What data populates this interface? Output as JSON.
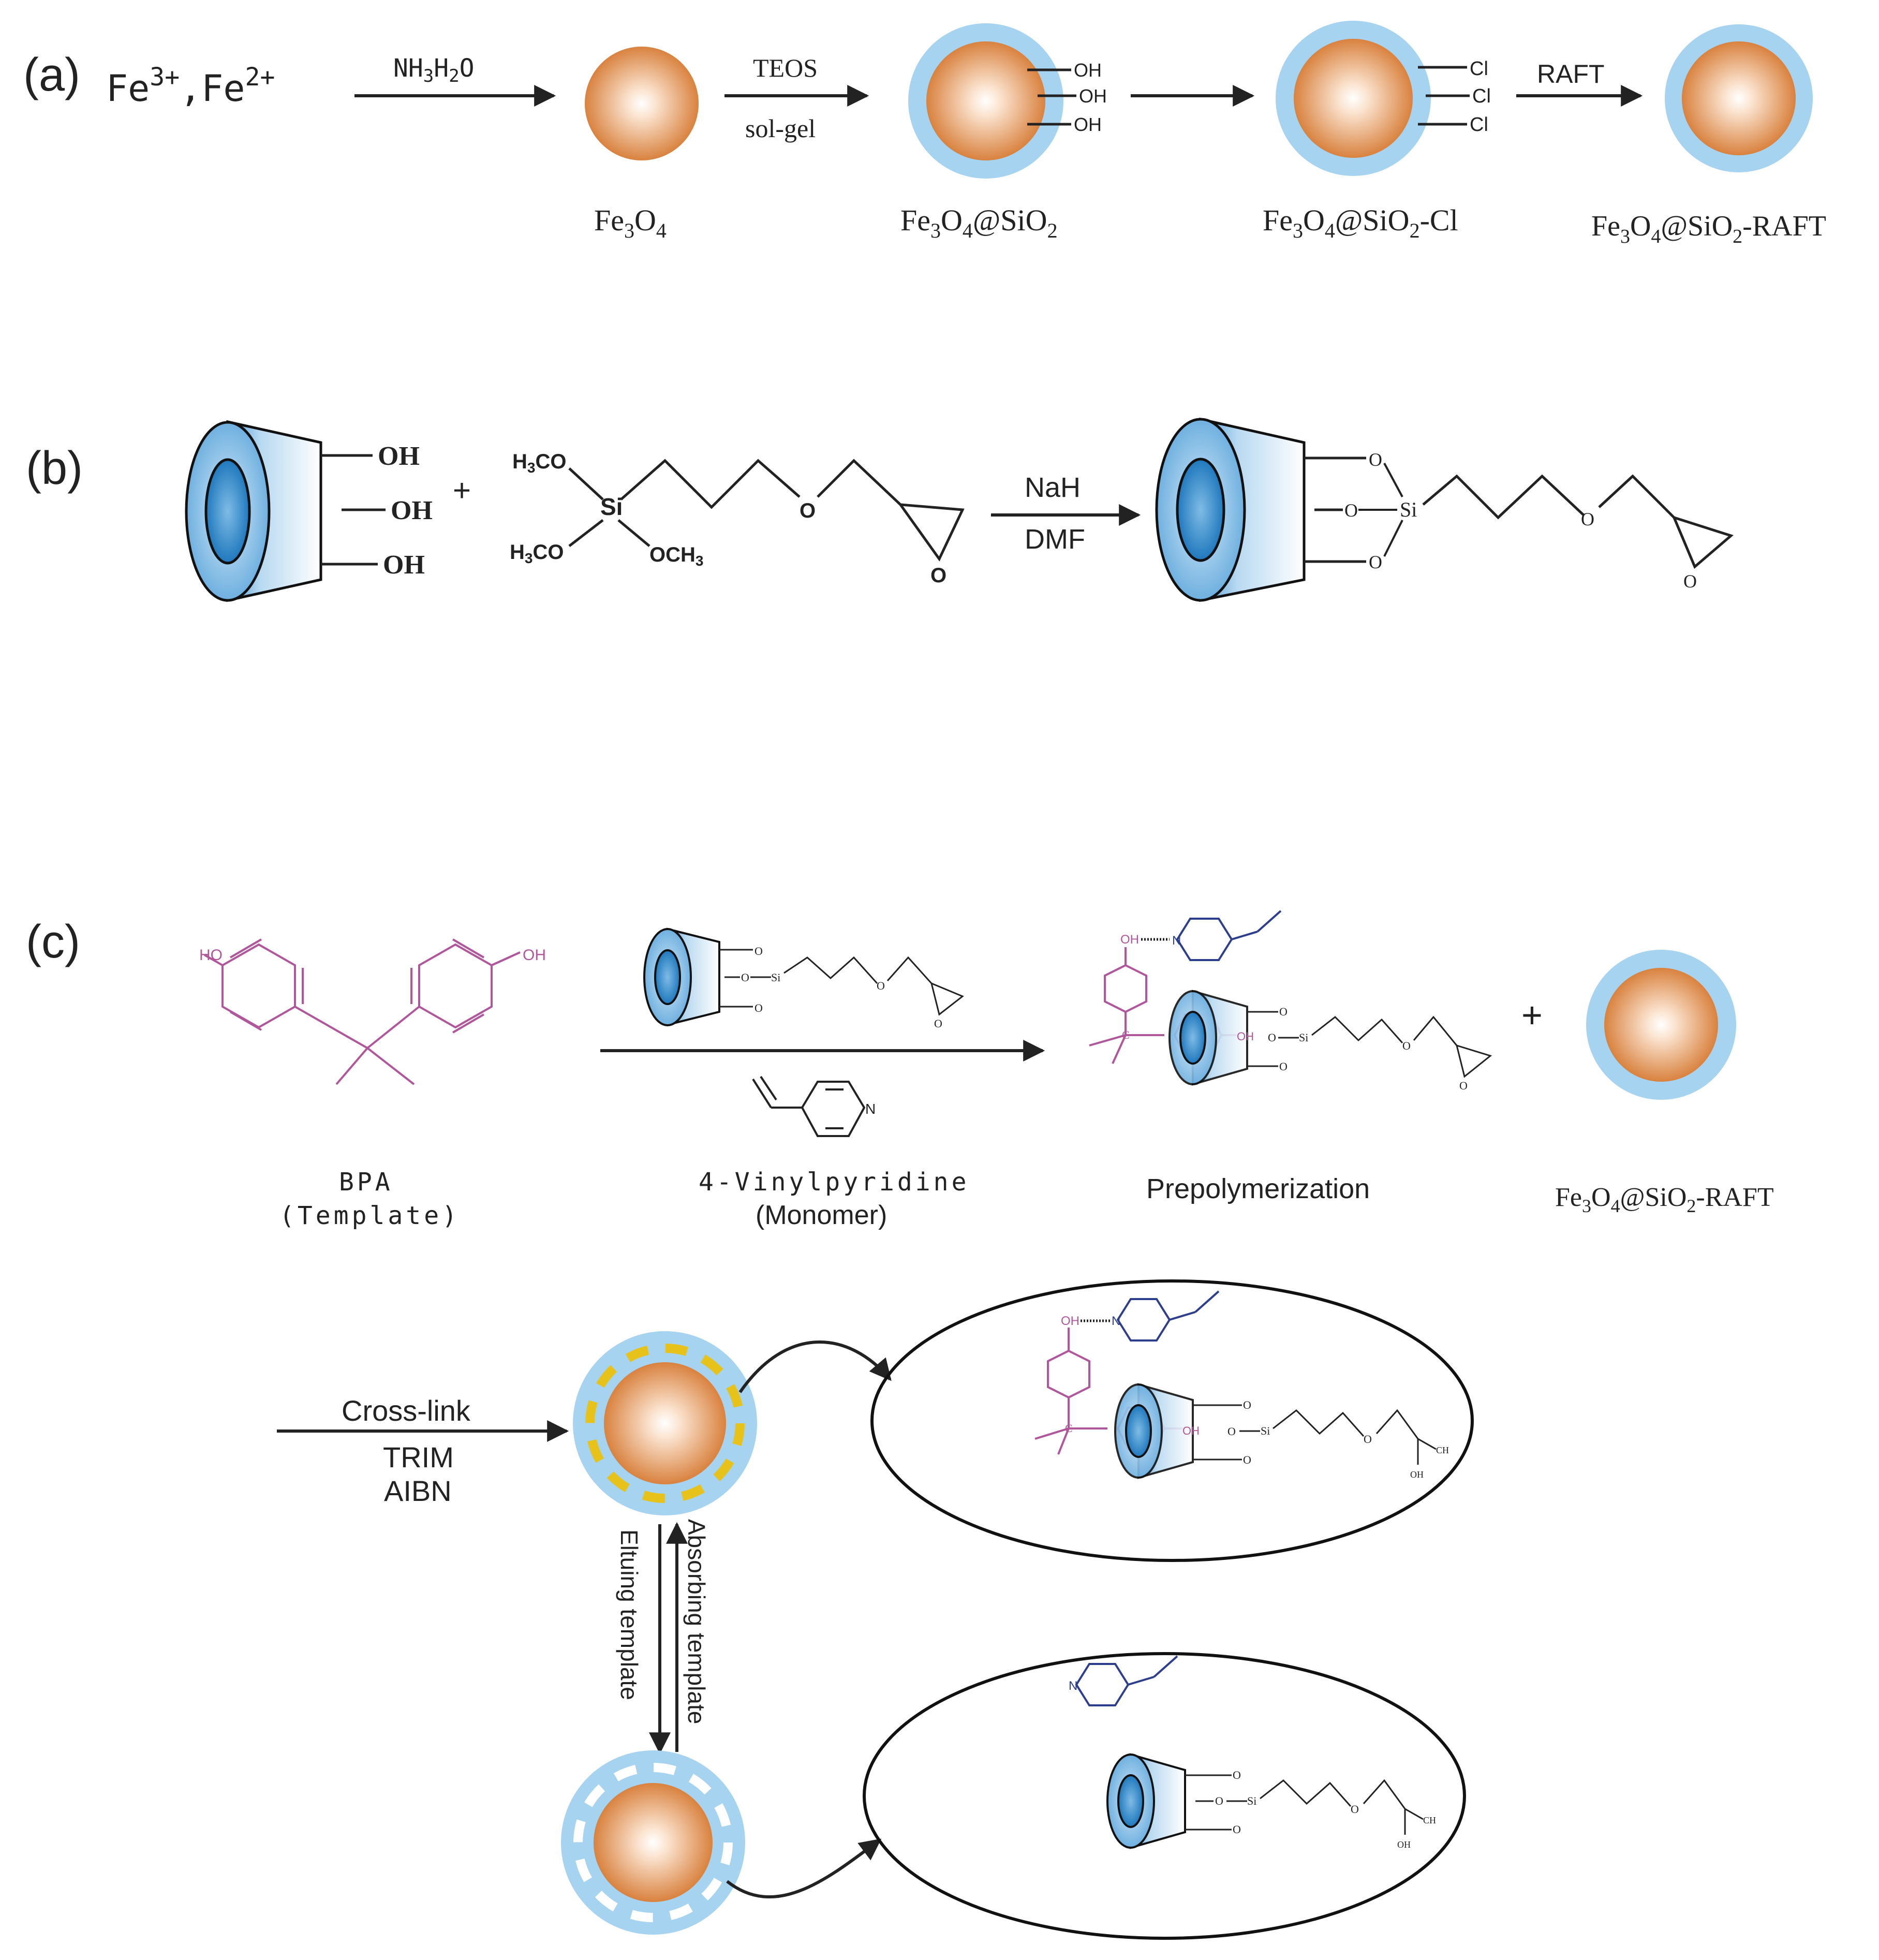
{
  "panel_a": {
    "label": "(a)",
    "reactant_fe3": "Fe",
    "reactant_fe3_charge": "3+",
    "reactant_sep": ",",
    "reactant_fe2": "Fe",
    "reactant_fe2_charge": "2+",
    "arrow1_reagent": "NH",
    "arrow1_reagent_sub1": "3",
    "arrow1_reagent_mid": "H",
    "arrow1_reagent_sub2": "2",
    "arrow1_reagent_end": "O",
    "arrow2_top": "TEOS",
    "arrow2_bottom": "sol-gel",
    "arrow4_top": "RAFT",
    "oh": [
      "OH",
      "OH",
      "OH"
    ],
    "cl": [
      "Cl",
      "Cl",
      "Cl"
    ],
    "products": {
      "fe3o4": {
        "a": "Fe",
        "b": "3",
        "c": "O",
        "d": "4"
      },
      "fe3o4_sio2": {
        "a": "Fe",
        "b": "3",
        "c": "O",
        "d": "4",
        "e": "@SiO",
        "f": "2"
      },
      "fe3o4_sio2_cl": {
        "a": "Fe",
        "b": "3",
        "c": "O",
        "d": "4",
        "e": "@SiO",
        "f": "2",
        "g": "-Cl"
      },
      "fe3o4_sio2_raft": {
        "a": "Fe",
        "b": "3",
        "c": "O",
        "d": "4",
        "e": "@SiO",
        "f": "2",
        "g": "-RAFT"
      }
    }
  },
  "panel_b": {
    "label": "(b)",
    "oh": [
      "OH",
      "OH",
      "OH"
    ],
    "plus": "+",
    "h3co_top": "H",
    "h3co_top_sub": "3",
    "h3co_top_end": "CO",
    "h3co_bot": "H",
    "h3co_bot_sub": "3",
    "h3co_bot_end": "CO",
    "och3": "OCH",
    "och3_sub": "3",
    "si": "Si",
    "o": "O",
    "arrow_top": "NaH",
    "arrow_bottom": "DMF",
    "prod_o": [
      "O",
      "O",
      "O"
    ],
    "prod_si": "Si",
    "prod_ether_o": "O",
    "prod_epoxide_o": "O"
  },
  "panel_c": {
    "label": "(c)",
    "ho": "HO",
    "oh": "OH",
    "bpa_name": "BPA",
    "bpa_role": "(Template)",
    "monomer_name": "4-Vinylpyridine",
    "monomer_role": "(Monomer)",
    "n_atom": "N",
    "prepolymerization": "Prepolymerization",
    "plus": "+",
    "raft": {
      "a": "Fe",
      "b": "3",
      "c": "O",
      "d": "4",
      "e": "@SiO",
      "f": "2",
      "g": "-RAFT"
    },
    "small_o": [
      "O",
      "O",
      "O",
      "O",
      "O"
    ],
    "small_si": "Si",
    "small_c": "C",
    "small_oh": "OH",
    "ch": "CH",
    "crosslink_top": "Cross-link",
    "crosslink_mid": "TRIM",
    "crosslink_bot": "AIBN",
    "eluting": "Eltuing template",
    "absorbing": "Absorbing template"
  },
  "colors": {
    "core_light": "#fbe3cf",
    "core_dark": "#d9823f",
    "shell": "#9fd0ef",
    "cd_light": "#ffffff",
    "cd_dark": "#2f8ac9",
    "template": "#b0569a",
    "pyridine": "#2d3f8c",
    "dash_imprint": "#e6c21a"
  }
}
